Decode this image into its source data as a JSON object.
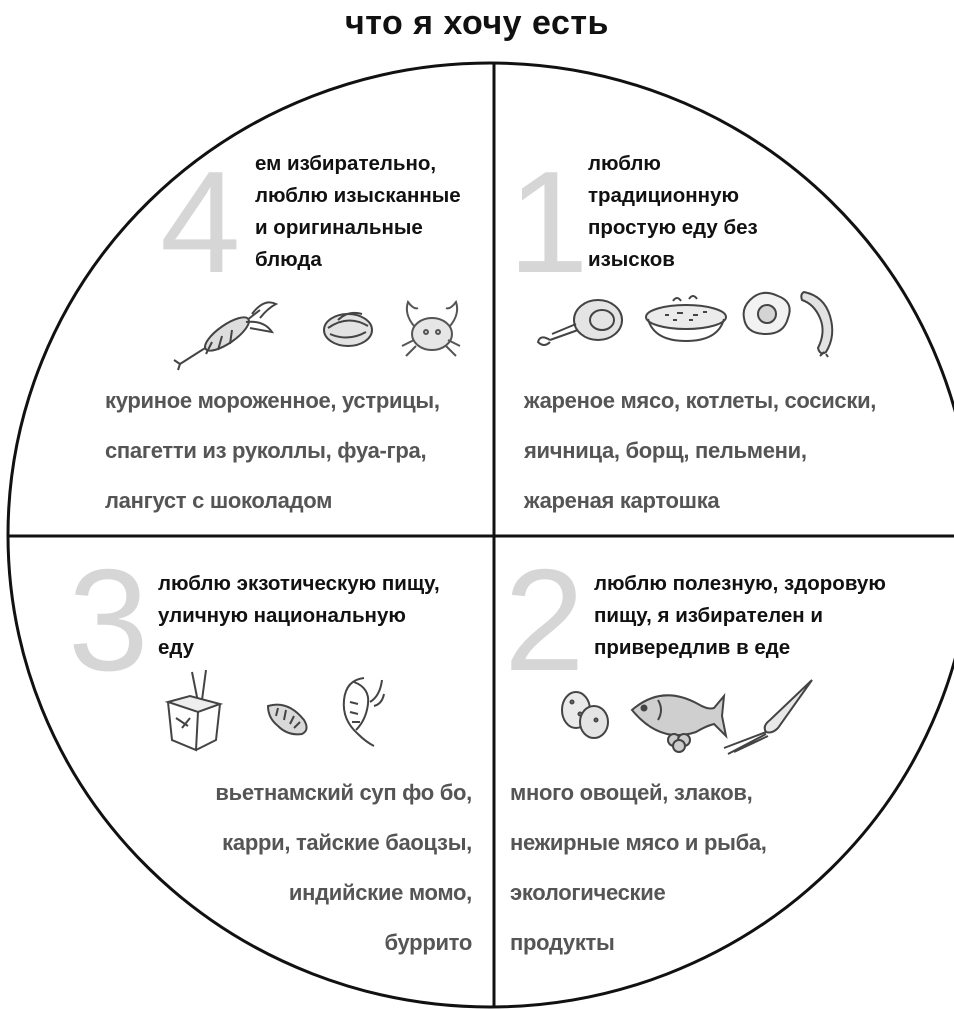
{
  "title": "что я хочу есть",
  "quadrants": {
    "q1": {
      "number": "1",
      "description": [
        "люблю",
        "традиционную",
        "простую еду без",
        "изысков"
      ],
      "foods": [
        "жареное мясо, котлеты, сосиски,",
        "яичница, борщ, пельмени,",
        "жареная картошка"
      ],
      "icons": [
        "ham-leg-icon",
        "frying-pan-icon",
        "fried-egg-icon",
        "sausage-icon"
      ]
    },
    "q2": {
      "number": "2",
      "description": [
        "люблю полезную, здоровую",
        "пищу, я избирателен и",
        "привередлив в еде"
      ],
      "foods": [
        "много овощей, злаков,",
        "нежирные мясо и рыба,",
        "экологические",
        "продукты"
      ],
      "icons": [
        "potatoes-icon",
        "fish-icon",
        "broccoli-icon",
        "carrot-icon"
      ]
    },
    "q3": {
      "number": "3",
      "description": [
        "люблю экзотическую пищу,",
        "уличную национальную",
        "еду"
      ],
      "foods": [
        "вьетнамский суп фо бо,",
        "карри, тайские баоцзы,",
        "индийские момо,",
        "буррито"
      ],
      "icons": [
        "noodle-box-icon",
        "larva-icon",
        "shrimp-icon"
      ]
    },
    "q4": {
      "number": "4",
      "description": [
        "ем избирательно,",
        "люблю изысканные",
        "и оригинальные",
        "блюда"
      ],
      "foods": [
        "куриное мороженное, устрицы,",
        "спагетти из руколлы, фуа-гра,",
        "лангуст с шоколадом"
      ],
      "icons": [
        "lobster-icon",
        "oyster-icon",
        "crab-icon"
      ]
    }
  }
}
